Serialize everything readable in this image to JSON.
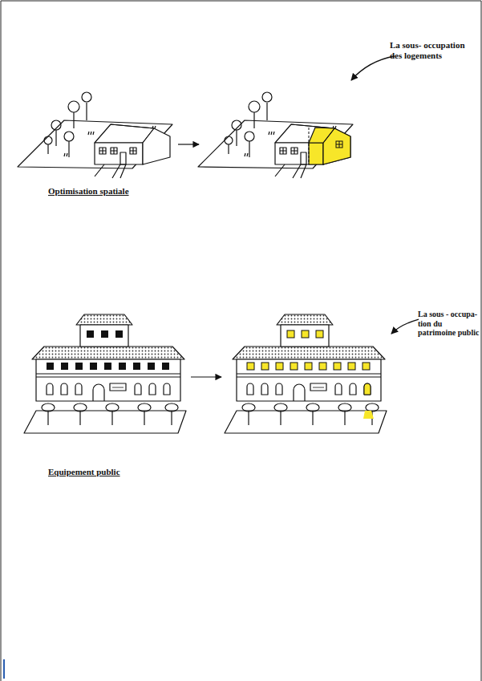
{
  "diagram": {
    "labels": [
      "La sous- occupation des logements",
      "Optimisation spatiale",
      "La sous - occupa- tion du patrimoine public",
      "Equipement public"
    ]
  }
}
